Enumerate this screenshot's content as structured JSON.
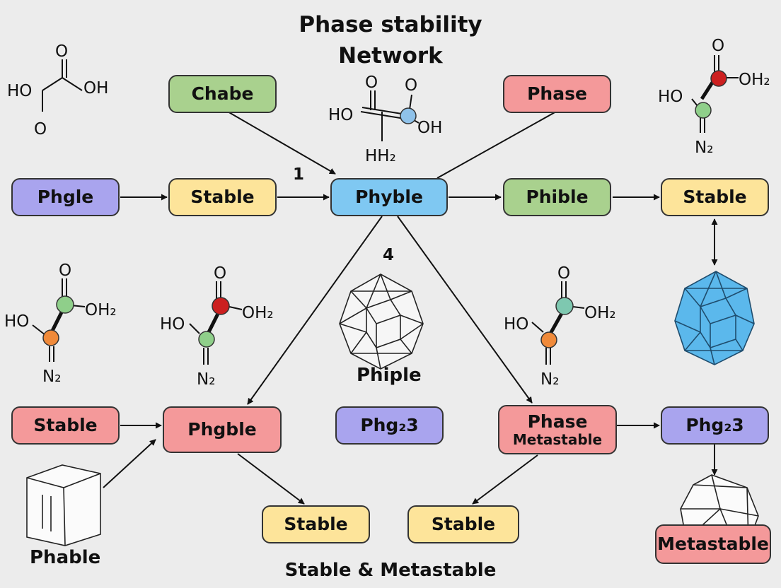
{
  "title_line1": "Phase stability",
  "title_line2": "Network",
  "footer": "Stable & Metastable",
  "nodes": {
    "chabe": "Chabe",
    "phase_top": "Phase",
    "phggle": "Phgle",
    "stable_1": "Stable",
    "phyble": "Phyble",
    "phible": "Phible",
    "stable_2": "Stable",
    "stable_left": "Stable",
    "phgble": "Phgble",
    "phg23_center": "Phg₂3",
    "phase_meta_line1": "Phase",
    "phase_meta_line2": "Metastable",
    "phg23_right": "Phg₂3",
    "stable_bottom_left": "Stable",
    "stable_bottom_right": "Stable",
    "metastable": "Metastable"
  },
  "labels": {
    "num_1": "1",
    "num_4": "4",
    "phiple": "Phiple",
    "phable": "Phable"
  },
  "molecules": {
    "o": "O",
    "ho": "HO",
    "oh": "OH",
    "oh2": "OH₂",
    "n2": "N₂",
    "hh2": "HH₂"
  },
  "colors": {
    "green": "#a9d18e",
    "red": "#f4999a",
    "yellow": "#fde49a",
    "blue": "#7fc8f2",
    "purple": "#a9a4ee",
    "atom_red": "#cc1f1f",
    "atom_green": "#8fcf8a",
    "atom_orange": "#f08a3a",
    "atom_teal": "#7ec8b0",
    "atom_blue": "#8fc2ea",
    "crystal_blue": "#5bb8ec"
  }
}
